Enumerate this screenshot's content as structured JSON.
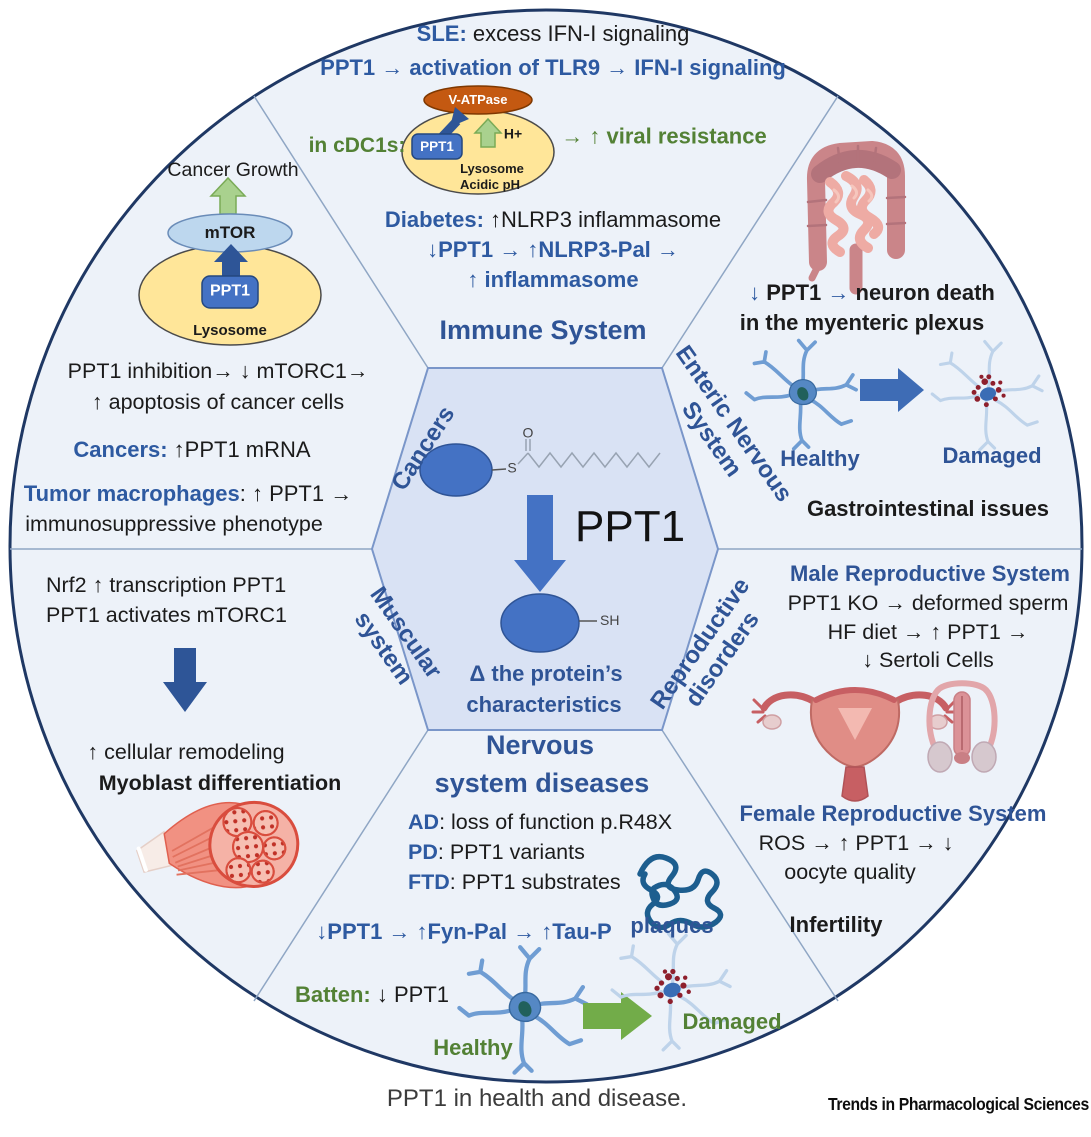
{
  "palette": {
    "circle_border": "#1f3864",
    "circle_fill": "#edf2f9",
    "divider": "#8fa6c4",
    "hexagon_fill": "#d9e2f4",
    "hexagon_border": "#7a96c9",
    "accent_blue": "#2e5aa1",
    "heading_blue": "#2f5496",
    "green": "#538135",
    "black": "#1b1b1b",
    "ppt1_box_blue": "#4472c4",
    "lysosome_yellow": "#ffe699",
    "vatpase_orange": "#c45911",
    "mtor_fill": "#bdd7ee",
    "damage_red": "#8e1f2c",
    "muscle_red": "#d94d3e"
  },
  "center": {
    "enzyme": "PPT1",
    "o": "O",
    "s": "S",
    "sh": "SH",
    "delta1": "Δ the protein’s",
    "delta2": "characteristics"
  },
  "immune": {
    "title": "Immune System",
    "sle": [
      {
        "c": "b",
        "t": "SLE:"
      },
      {
        "c": "k",
        "t": " excess IFN-I signaling"
      }
    ],
    "tlr9": "PPT1 → activation of TLR9 → IFN-I signaling",
    "cdc1s": "in cDC1s:",
    "vatpase": "V-ATPase",
    "ppt1": "PPT1",
    "hplus": "H+",
    "lys1": "Lysosome",
    "lys2": "Acidic pH",
    "viral": "→ ↑ viral resistance",
    "diabetes": [
      {
        "c": "b",
        "t": "Diabetes:"
      },
      {
        "c": "k",
        "t": " ↑NLRP3 inflammasome"
      }
    ],
    "nlrp3": "↓PPT1 → ↑NLRP3-Pal →",
    "inflammasome": "↑ inflammasome"
  },
  "cancers": {
    "wedge": "Cancers",
    "growth": "Cancer Growth",
    "mtor": "mTOR",
    "ppt1": "PPT1",
    "lysosome": "Lysosome",
    "line1": "PPT1 inhibition→ ↓ mTORC1→",
    "line2": "↑ apoptosis of cancer cells",
    "mrna": [
      {
        "c": "b",
        "t": "Cancers:"
      },
      {
        "c": "k",
        "t": " ↑PPT1 mRNA"
      }
    ],
    "tumor": [
      {
        "c": "b",
        "t": "Tumor macrophages"
      },
      {
        "c": "k",
        "t": ": ↑ PPT1 →"
      }
    ],
    "line3": "immunosuppressive phenotype"
  },
  "enteric": {
    "wedge1": "Enteric Nervous",
    "wedge2": "System",
    "line1": [
      {
        "c": "b",
        "t": "↓"
      },
      {
        "c": "kb",
        "t": " PPT1 "
      },
      {
        "c": "b",
        "t": "→"
      },
      {
        "c": "kb",
        "t": " neuron death"
      }
    ],
    "line2": "in the myenteric plexus",
    "healthy": "Healthy",
    "damaged": "Damaged",
    "gi": "Gastrointestinal issues"
  },
  "reproductive": {
    "wedge1": "Reproductive",
    "wedge2": "disorders",
    "male_title": "Male Reproductive System",
    "male1": "PPT1 KO → deformed sperm",
    "male2": "HF diet → ↑ PPT1 →",
    "male3": "↓ Sertoli Cells",
    "female_title": "Female Reproductive System",
    "female1": "ROS → ↑ PPT1 → ↓",
    "female2": "oocyte quality",
    "infertility": "Infertility"
  },
  "nervous": {
    "title1": "Nervous",
    "title2": "system diseases",
    "ad": [
      {
        "c": "b",
        "t": "AD"
      },
      {
        "c": "k",
        "t": ": loss of function p.R48X"
      }
    ],
    "pd": [
      {
        "c": "b",
        "t": "PD"
      },
      {
        "c": "k",
        "t": ": PPT1 variants"
      }
    ],
    "ftd": [
      {
        "c": "b",
        "t": "FTD"
      },
      {
        "c": "k",
        "t": ": PPT1 substrates"
      }
    ],
    "plaques": "plaques",
    "fyn": "↓PPT1 → ↑Fyn-Pal → ↑Tau-P",
    "batten": [
      {
        "c": "g",
        "t": "Batten:"
      },
      {
        "c": "k",
        "t": " ↓ PPT1"
      }
    ],
    "healthy": "Healthy",
    "damaged": "Damaged"
  },
  "muscular": {
    "wedge1": "Muscular",
    "wedge2": "system",
    "line1": "Nrf2 ↑ transcription PPT1",
    "line2": "PPT1 activates mTORC1",
    "line3": "↑ cellular remodeling",
    "line4": "Myoblast differentiation"
  },
  "footer": {
    "caption": "PPT1 in health and disease.",
    "journal": "Trends in Pharmacological Sciences"
  }
}
